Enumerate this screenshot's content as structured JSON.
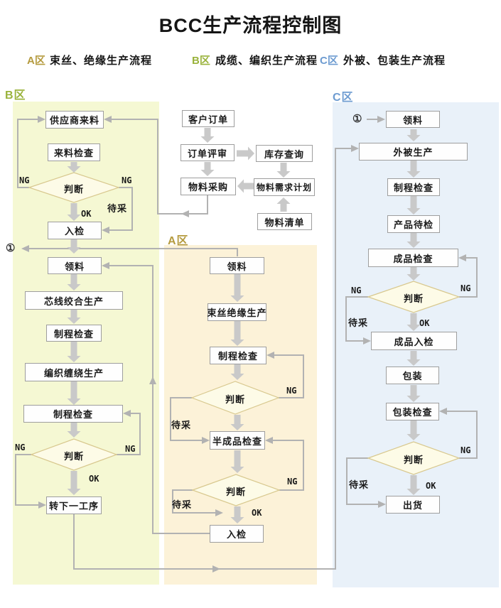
{
  "title": "BCC生产流程控制图",
  "legend": {
    "a": {
      "tag": "A区",
      "label": "束丝、绝缘生产流程"
    },
    "b": {
      "tag": "B区",
      "label": "成缆、编织生产流程"
    },
    "c": {
      "tag": "C区",
      "label": "外被、包装生产流程"
    }
  },
  "colors": {
    "zone_a_bg": "#fcf2d8",
    "zone_b_bg": "#f5f8d3",
    "zone_c_bg": "#e9f1f9",
    "zone_a_tag": "#b59b3f",
    "zone_b_tag": "#9ab33c",
    "zone_c_tag": "#6e9cd1",
    "line": "#b2b2b2",
    "block_arrow": "#c9c9c9",
    "diamond_fill": "#fdfbe7",
    "diamond_border": "#d8c88e"
  },
  "plan": {
    "customer_order": "客户订单",
    "order_review": "订单评审",
    "inventory_query": "库存查询",
    "material_purchase": "物料采购",
    "material_requirement_plan": "物料需求计划",
    "material_list": "物料清单"
  },
  "zone_b": {
    "tag": "B区",
    "supplier_incoming": "供应商来料",
    "incoming_check": "来料检查",
    "incoming_stock": "入检",
    "material_pick": "领料",
    "core_stranding": "芯线绞合生产",
    "process_check_1": "制程检查",
    "braiding_wrapping": "编织缠绕生产",
    "process_check_2": "制程检查",
    "next_process": "转下一工序"
  },
  "zone_a": {
    "tag": "A区",
    "material_pick": "领料",
    "bunching_insulation": "束丝绝缘生产",
    "process_check": "制程检查",
    "semi_finished_check": "半成品检查",
    "incoming_stock": "入检"
  },
  "zone_c": {
    "tag": "C区",
    "material_pick": "领料",
    "sheath_production": "外被生产",
    "process_check": "制程检查",
    "product_pending_check": "产品待检",
    "finished_check": "成品检查",
    "finished_stock": "成品入检",
    "packaging": "包装",
    "packaging_check": "包装检查",
    "shipment": "出货"
  },
  "labels": {
    "judge": "判断",
    "ng": "NG",
    "ok": "OK",
    "wait_purchase": "待采",
    "connector_1": "①"
  }
}
